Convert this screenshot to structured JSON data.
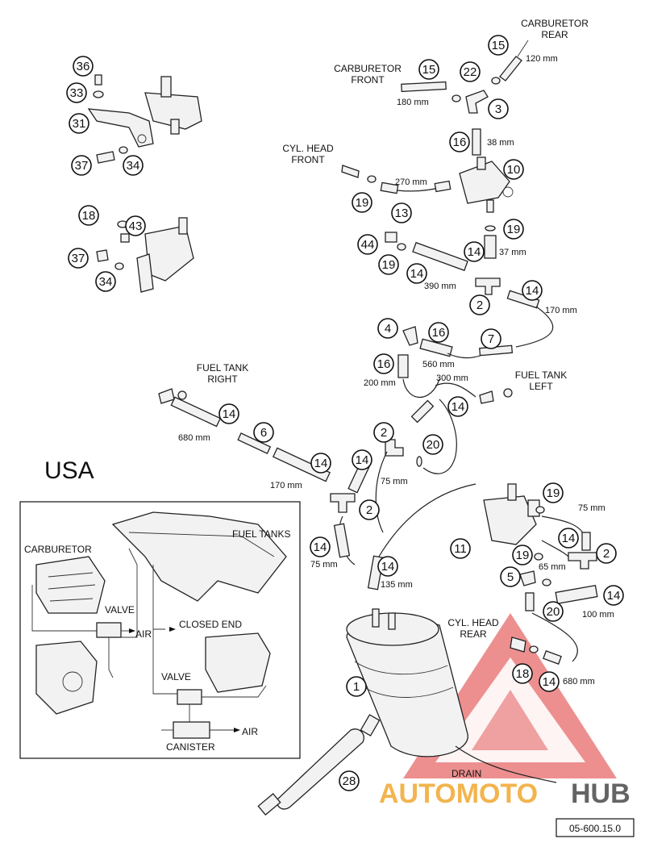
{
  "region": "USA",
  "ref_code": "05-600.15.0",
  "watermark": {
    "part1": "AUTOMOTO",
    "part2": "HUB",
    "color_main": "#f0a830",
    "color_hub": "#4a4a4a",
    "triangle_color": "#e35050"
  },
  "labels": {
    "carb_rear": "CARBURETOR\nREAR",
    "carb_front": "CARBURETOR\nFRONT",
    "cyl_front": "CYL. HEAD\nFRONT",
    "fuel_tank_right": "FUEL TANK\nRIGHT",
    "fuel_tank_left": "FUEL TANK\nLEFT",
    "cyl_rear": "CYL. HEAD\nREAR",
    "drain": "DRAIN"
  },
  "dimensions": {
    "d120": "120 mm",
    "d180": "180 mm",
    "d38": "38 mm",
    "d270": "270 mm",
    "d37": "37 mm",
    "d390": "390 mm",
    "d170a": "170 mm",
    "d560": "560 mm",
    "d300": "300 mm",
    "d200": "200 mm",
    "d680a": "680 mm",
    "d170b": "170 mm",
    "d75a": "75 mm",
    "d75b": "75 mm",
    "d135": "135 mm",
    "d75c": "75 mm",
    "d65": "65 mm",
    "d100": "100 mm",
    "d680b": "680 mm"
  },
  "callouts": {
    "c36": "36",
    "c33": "33",
    "c31": "31",
    "c37a": "37",
    "c34a": "34",
    "c18a": "18",
    "c43": "43",
    "c37b": "37",
    "c34b": "34",
    "c15a": "15",
    "c15b": "15",
    "c22": "22",
    "c3": "3",
    "c16a": "16",
    "c10": "10",
    "c19a": "19",
    "c13": "13",
    "c19b": "19",
    "c44": "44",
    "c19c": "19",
    "c14a": "14",
    "c14b": "14",
    "c2a": "2",
    "c14c": "14",
    "c4": "4",
    "c16b": "16",
    "c7": "7",
    "c16c": "16",
    "c14d": "14",
    "c14e": "14",
    "c6": "6",
    "c14f": "14",
    "c2b": "2",
    "c20a": "20",
    "c14g": "14",
    "c2c": "2",
    "c14h": "14",
    "c14i": "14",
    "c11": "11",
    "c19d": "19",
    "c14j": "14",
    "c2d": "2",
    "c19e": "19",
    "c5": "5",
    "c14k": "14",
    "c20b": "20",
    "c18b": "18",
    "c14l": "14",
    "c1": "1",
    "c28": "28"
  },
  "inset": {
    "carburetor": "CARBURETOR",
    "fuel_tanks": "FUEL TANKS",
    "valve1": "VALVE",
    "air1": "AIR",
    "closed_end": "CLOSED END",
    "valve2": "VALVE",
    "air2": "AIR",
    "canister": "CANISTER"
  }
}
